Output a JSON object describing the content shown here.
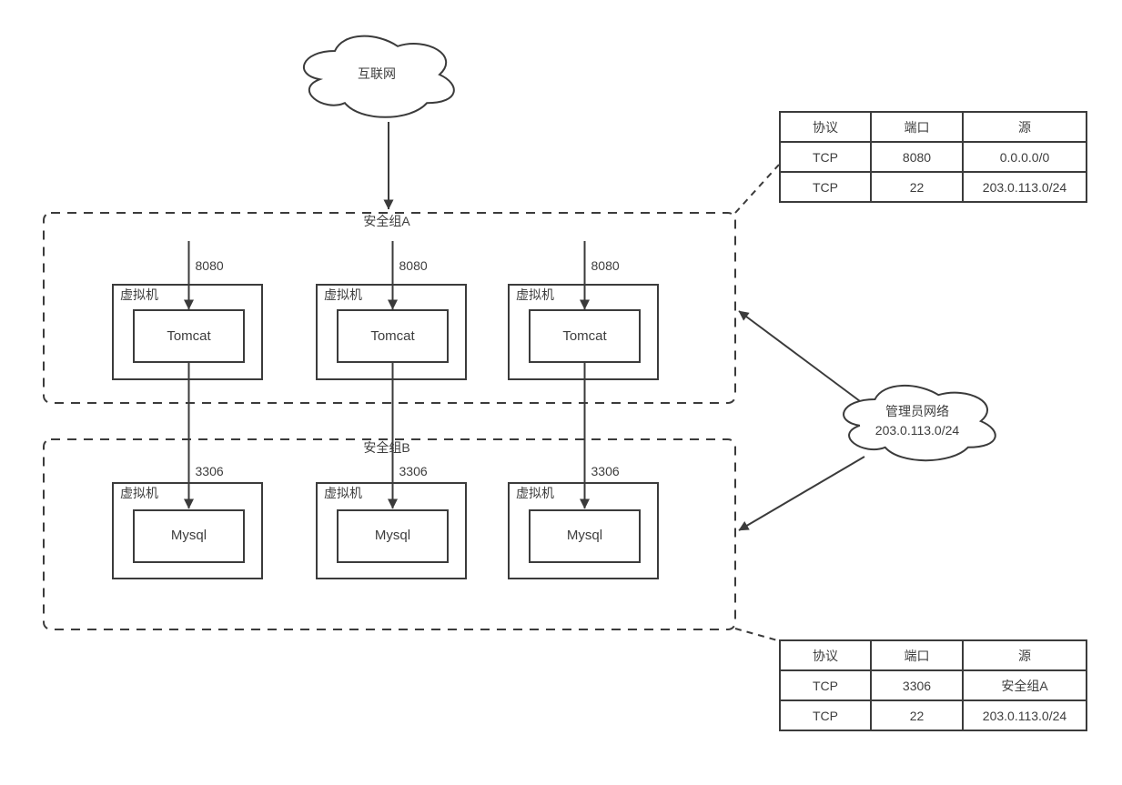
{
  "colors": {
    "background": "#ffffff",
    "line": "#3b3b3b",
    "text": "#3d3d3d"
  },
  "internet_cloud": {
    "label": "互联网"
  },
  "admin_cloud": {
    "name": "管理员网络",
    "cidr": "203.0.113.0/24"
  },
  "security_group_a": {
    "label": "安全组A",
    "inbound_port": "8080",
    "vm_label": "虚拟机",
    "server": "Tomcat",
    "vm_count": 3
  },
  "security_group_b": {
    "label": "安全组B",
    "inbound_port": "3306",
    "vm_label": "虚拟机",
    "server": "Mysql",
    "vm_count": 3
  },
  "rules_table_a": {
    "headers": [
      "协议",
      "端口",
      "源"
    ],
    "rows": [
      [
        "TCP",
        "8080",
        "0.0.0.0/0"
      ],
      [
        "TCP",
        "22",
        "203.0.113.0/24"
      ]
    ]
  },
  "rules_table_b": {
    "headers": [
      "协议",
      "端口",
      "源"
    ],
    "rows": [
      [
        "TCP",
        "3306",
        "安全组A"
      ],
      [
        "TCP",
        "22",
        "203.0.113.0/24"
      ]
    ]
  }
}
